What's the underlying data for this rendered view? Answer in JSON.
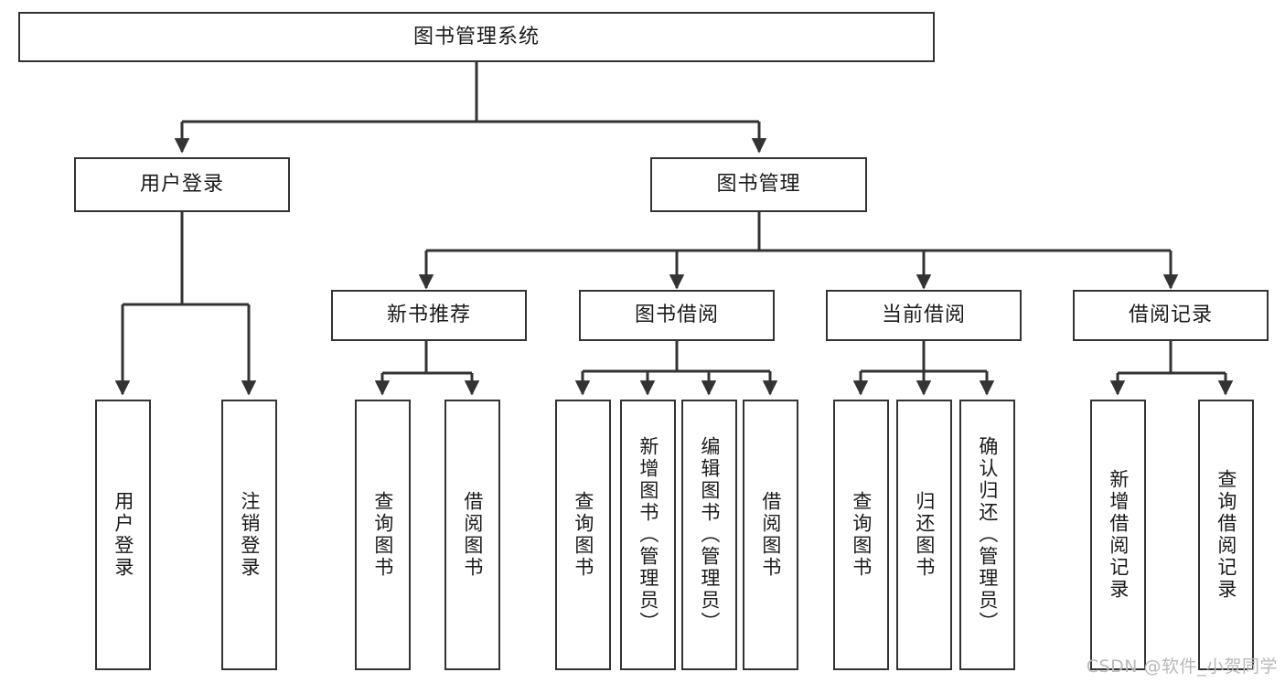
{
  "diagram": {
    "type": "tree",
    "title": "图书管理系统",
    "root": {
      "id": "root",
      "label": "图书管理系统"
    },
    "level2": [
      {
        "id": "user-login",
        "label": "用户登录"
      },
      {
        "id": "book-manage",
        "label": "图书管理"
      }
    ],
    "level3": [
      {
        "id": "new-book-recommend",
        "label": "新书推荐",
        "parent": "book-manage"
      },
      {
        "id": "book-borrow",
        "label": "图书借阅",
        "parent": "book-manage"
      },
      {
        "id": "current-borrow",
        "label": "当前借阅",
        "parent": "book-manage"
      },
      {
        "id": "borrow-record",
        "label": "借阅记录",
        "parent": "book-manage"
      }
    ],
    "leaves": {
      "user_login": [
        {
          "id": "leaf-user-login",
          "label": "用户登录"
        },
        {
          "id": "leaf-user-logout",
          "label": "注销登录"
        }
      ],
      "new_book_recommend": [
        {
          "id": "leaf-query-book-1",
          "label": "查询图书"
        },
        {
          "id": "leaf-borrow-book-1",
          "label": "借阅图书"
        }
      ],
      "book_borrow": [
        {
          "id": "leaf-query-book-2",
          "label": "查询图书"
        },
        {
          "id": "leaf-add-book",
          "label": "新增图书（管理员）"
        },
        {
          "id": "leaf-edit-book",
          "label": "编辑图书（管理员）"
        },
        {
          "id": "leaf-borrow-book-2",
          "label": "借阅图书"
        }
      ],
      "current_borrow": [
        {
          "id": "leaf-query-book-3",
          "label": "查询图书"
        },
        {
          "id": "leaf-return-book",
          "label": "归还图书"
        },
        {
          "id": "leaf-confirm-return",
          "label": "确认归还（管理员）"
        }
      ],
      "borrow_record": [
        {
          "id": "leaf-add-record",
          "label": "新增借阅记录"
        },
        {
          "id": "leaf-query-record",
          "label": "查询借阅记录"
        }
      ]
    }
  },
  "watermark": {
    "text": "CSDN @软件_小贺同学"
  },
  "colors": {
    "stroke": "#333333",
    "background": "#ffffff",
    "text": "#1a1a1a",
    "watermark": "#b9b9b9"
  }
}
